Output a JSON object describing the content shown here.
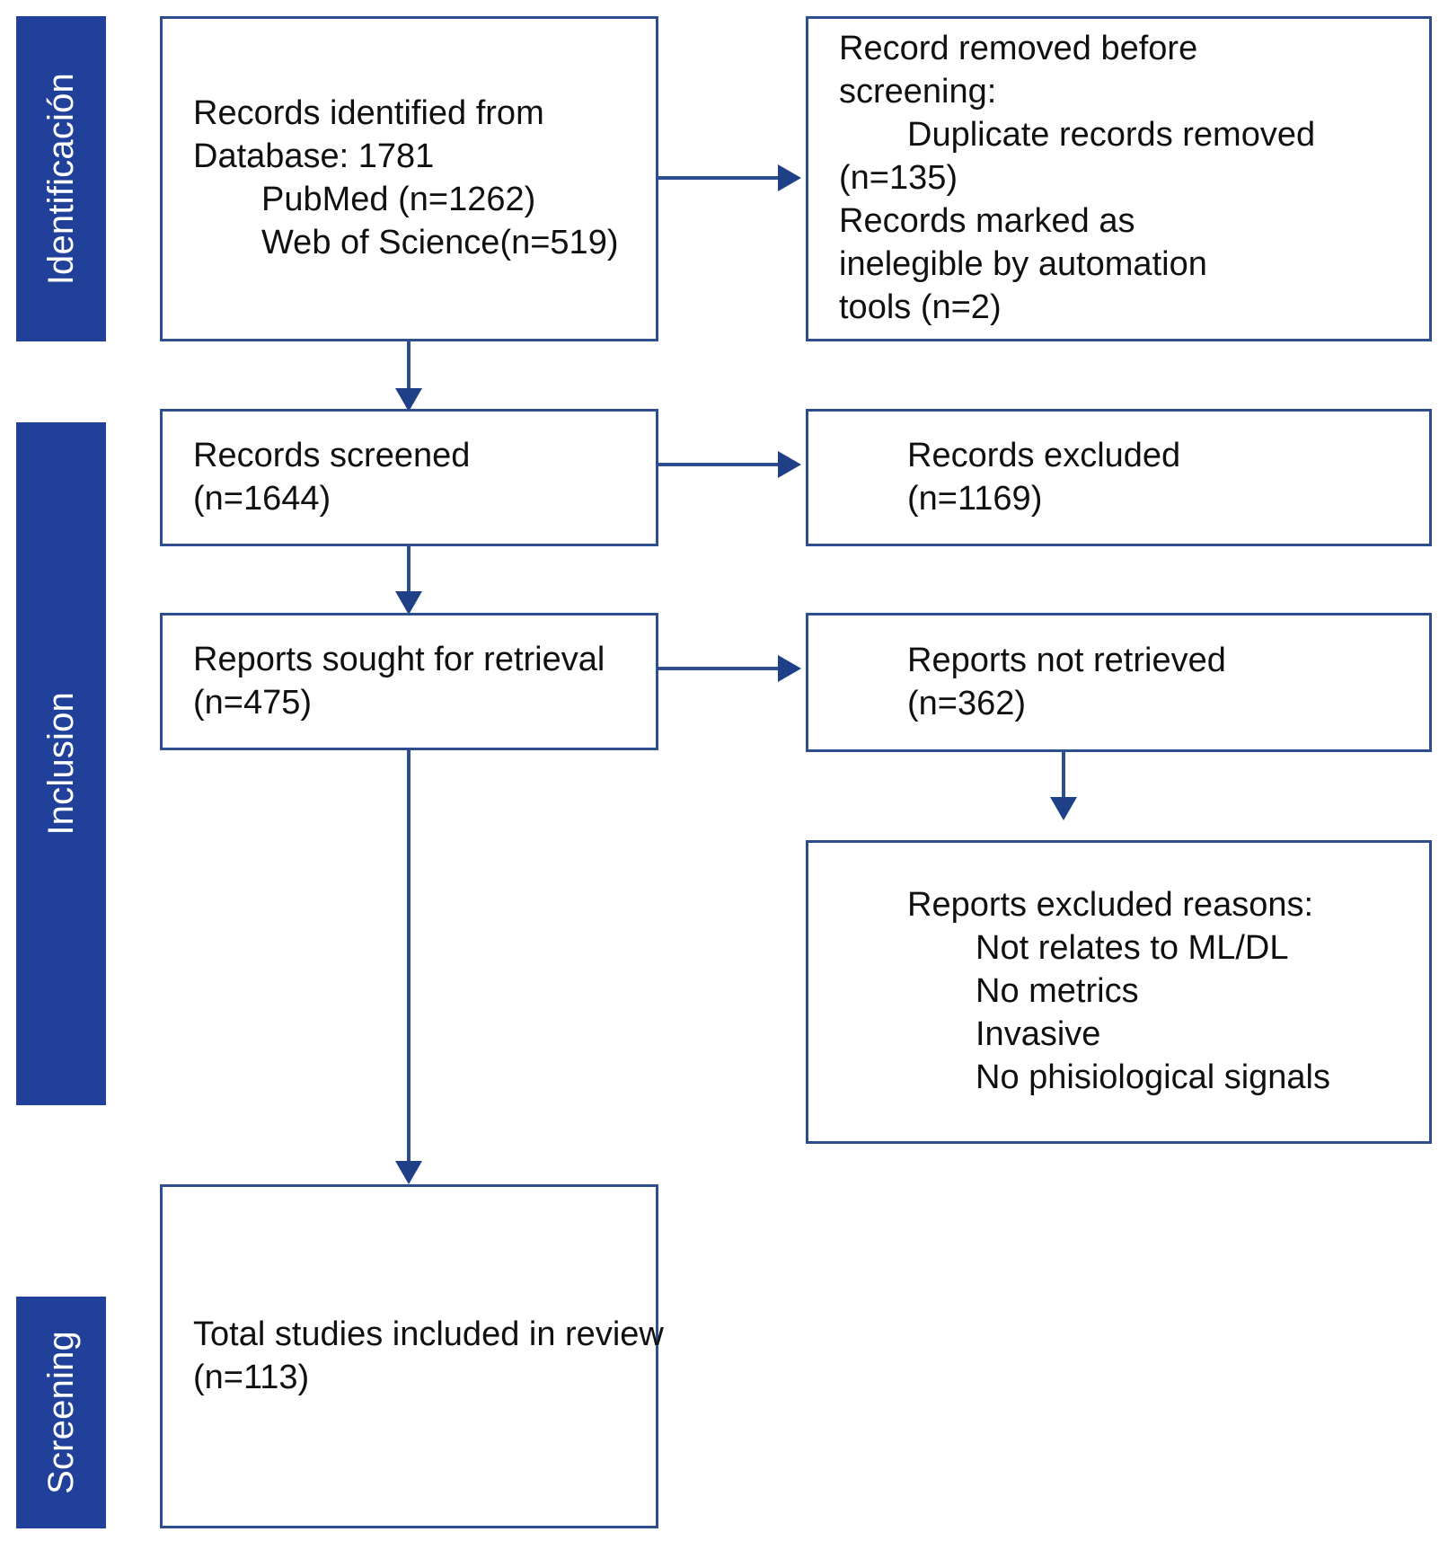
{
  "diagram": {
    "title": "PRISMA flow diagram",
    "accent_color": "#21409A",
    "box_border_color": "#2E4E8F",
    "arrow_color": "#1F3F86",
    "box_background": "#ffffff",
    "page_background": "#ffffff"
  },
  "phases": [
    {
      "id": "identification",
      "label": "Identificación"
    },
    {
      "id": "inclusion",
      "label": "Inclusion"
    },
    {
      "id": "screening",
      "label": "Screening"
    }
  ],
  "boxes": {
    "records_identified": {
      "id": "records-identified",
      "lines": [
        {
          "text": "Records identified from",
          "indent": false
        },
        {
          "text": "Database: 1781",
          "indent": false
        },
        {
          "text": "PubMed (n=1262)",
          "indent": true
        },
        {
          "text": "Web of Science(n=519)",
          "indent": true
        }
      ]
    },
    "records_removed": {
      "id": "records-removed-before-screening",
      "lines": [
        {
          "text": "Record removed before",
          "indent": false
        },
        {
          "text": "screening:",
          "indent": false
        },
        {
          "text": "Duplicate records removed",
          "indent": true
        },
        {
          "text": "(n=135)",
          "indent": false
        },
        {
          "text": "Records marked as",
          "indent": false
        },
        {
          "text": "inelegible by automation",
          "indent": false
        },
        {
          "text": "tools (n=2)",
          "indent": false
        }
      ]
    },
    "records_screened": {
      "id": "records-screened",
      "lines": [
        {
          "text": "Records screened",
          "indent": false
        },
        {
          "text": "(n=1644)",
          "indent": false
        }
      ]
    },
    "records_excluded": {
      "id": "records-excluded",
      "lines": [
        {
          "text": "Records excluded",
          "indent": false
        },
        {
          "text": "(n=1169)",
          "indent": false
        }
      ]
    },
    "reports_sought": {
      "id": "reports-sought-for-retrieval",
      "lines": [
        {
          "text": "Reports sought for retrieval",
          "indent": false
        },
        {
          "text": "(n=475)",
          "indent": false
        }
      ]
    },
    "reports_not_retrieved": {
      "id": "reports-not-retrieved",
      "lines": [
        {
          "text": "Reports not retrieved",
          "indent": false
        },
        {
          "text": "(n=362)",
          "indent": false
        }
      ]
    },
    "reports_excluded_reasons": {
      "id": "reports-excluded-reasons",
      "lines": [
        {
          "text": "Reports excluded reasons:",
          "indent": false
        },
        {
          "text": "Not relates to ML/DL",
          "indent": true
        },
        {
          "text": "No metrics",
          "indent": true
        },
        {
          "text": "Invasive",
          "indent": true
        },
        {
          "text": "No phisiological signals",
          "indent": true
        }
      ]
    },
    "total_included": {
      "id": "total-studies-included-in-review",
      "lines": [
        {
          "text": "Total studies included in review",
          "indent": false
        },
        {
          "text": "(n=113)",
          "indent": false
        }
      ]
    }
  },
  "chart_data": {
    "type": "diagram",
    "title": "PRISMA flow diagram",
    "nodes": [
      {
        "id": "records-identified",
        "phase": "Identificación",
        "label": "Records identified from Database: 1781",
        "n": 1781,
        "sources": [
          {
            "name": "PubMed",
            "n": 1262
          },
          {
            "name": "Web of Science",
            "n": 519
          }
        ]
      },
      {
        "id": "records-removed-before-screening",
        "phase": "Identificación",
        "label": "Record removed before screening",
        "details": [
          {
            "name": "Duplicate records removed",
            "n": 135
          },
          {
            "name": "Records marked as inelegible by automation tools",
            "n": 2
          }
        ]
      },
      {
        "id": "records-screened",
        "phase": "Inclusion",
        "label": "Records screened",
        "n": 1644
      },
      {
        "id": "records-excluded",
        "phase": "Inclusion",
        "label": "Records excluded",
        "n": 1169
      },
      {
        "id": "reports-sought-for-retrieval",
        "phase": "Inclusion",
        "label": "Reports sought for retrieval",
        "n": 475
      },
      {
        "id": "reports-not-retrieved",
        "phase": "Inclusion",
        "label": "Reports not retrieved",
        "n": 362
      },
      {
        "id": "reports-excluded-reasons",
        "phase": "Inclusion",
        "label": "Reports excluded reasons",
        "reasons": [
          "Not relates to ML/DL",
          "No metrics",
          "Invasive",
          "No phisiological signals"
        ]
      },
      {
        "id": "total-studies-included-in-review",
        "phase": "Screening",
        "label": "Total studies included in review",
        "n": 113
      }
    ],
    "edges": [
      {
        "from": "records-identified",
        "to": "records-removed-before-screening",
        "direction": "right"
      },
      {
        "from": "records-identified",
        "to": "records-screened",
        "direction": "down"
      },
      {
        "from": "records-screened",
        "to": "records-excluded",
        "direction": "right"
      },
      {
        "from": "records-screened",
        "to": "reports-sought-for-retrieval",
        "direction": "down"
      },
      {
        "from": "reports-sought-for-retrieval",
        "to": "reports-not-retrieved",
        "direction": "right"
      },
      {
        "from": "reports-not-retrieved",
        "to": "reports-excluded-reasons",
        "direction": "down"
      },
      {
        "from": "reports-sought-for-retrieval",
        "to": "total-studies-included-in-review",
        "direction": "down"
      }
    ]
  }
}
